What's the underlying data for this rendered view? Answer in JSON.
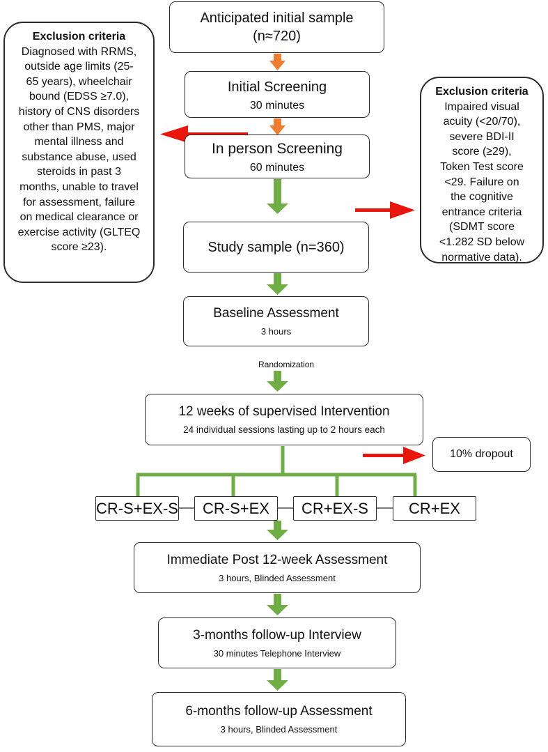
{
  "colors": {
    "orange_arrow": "#ee7d31",
    "green_arrow": "#70ad47",
    "red_arrow": "#e8160c",
    "border": "#2b2b2b"
  },
  "flow": {
    "anticipated": {
      "title": "Anticipated initial sample",
      "sub": "(n≈720)"
    },
    "initial_screening": {
      "title": "Initial Screening",
      "sub": "30 minutes"
    },
    "in_person_screening": {
      "title": "In person Screening",
      "sub": "60 minutes"
    },
    "study_sample": {
      "title": "Study sample (n=360)"
    },
    "baseline": {
      "title": "Baseline Assessment",
      "sub": "3 hours"
    },
    "randomization": "Randomization",
    "intervention": {
      "title": "12 weeks of supervised Intervention",
      "sub": "24 individual sessions lasting up to 2 hours each"
    },
    "dropout": "10% dropout",
    "arms": [
      "CR-S+EX-S",
      "CR-S+EX",
      "CR+EX-S",
      "CR+EX"
    ],
    "post": {
      "title": "Immediate Post 12-week Assessment",
      "sub": "3 hours, Blinded Assessment"
    },
    "followup3": {
      "title": "3-months follow-up Interview",
      "sub": "30 minutes Telephone Interview"
    },
    "followup6": {
      "title": "6-months follow-up Assessment",
      "sub": "3 hours, Blinded Assessment"
    }
  },
  "exclusion_left": {
    "heading": "Exclusion criteria",
    "lines": [
      "Diagnosed with RRMS,",
      "outside age limits (25-",
      "65 years), wheelchair",
      "bound (EDSS ≥7.0),",
      "history of CNS disorders",
      "other than PMS, major",
      "mental illness and",
      "substance abuse, used",
      "steroids in past 3",
      "months, unable to travel",
      "for assessment, failure",
      "on medical clearance or",
      "exercise activity (GLTEQ",
      "score ≥23)."
    ]
  },
  "exclusion_right": {
    "heading": "Exclusion criteria",
    "lines": [
      "Impaired visual",
      "acuity (<20/70),",
      "severe BDI-II",
      "score (≥29),",
      "Token Test score",
      "<29. Failure on",
      "the cognitive",
      "entrance criteria",
      "(SDMT score",
      "<1.282 SD below",
      "normative data)."
    ]
  }
}
